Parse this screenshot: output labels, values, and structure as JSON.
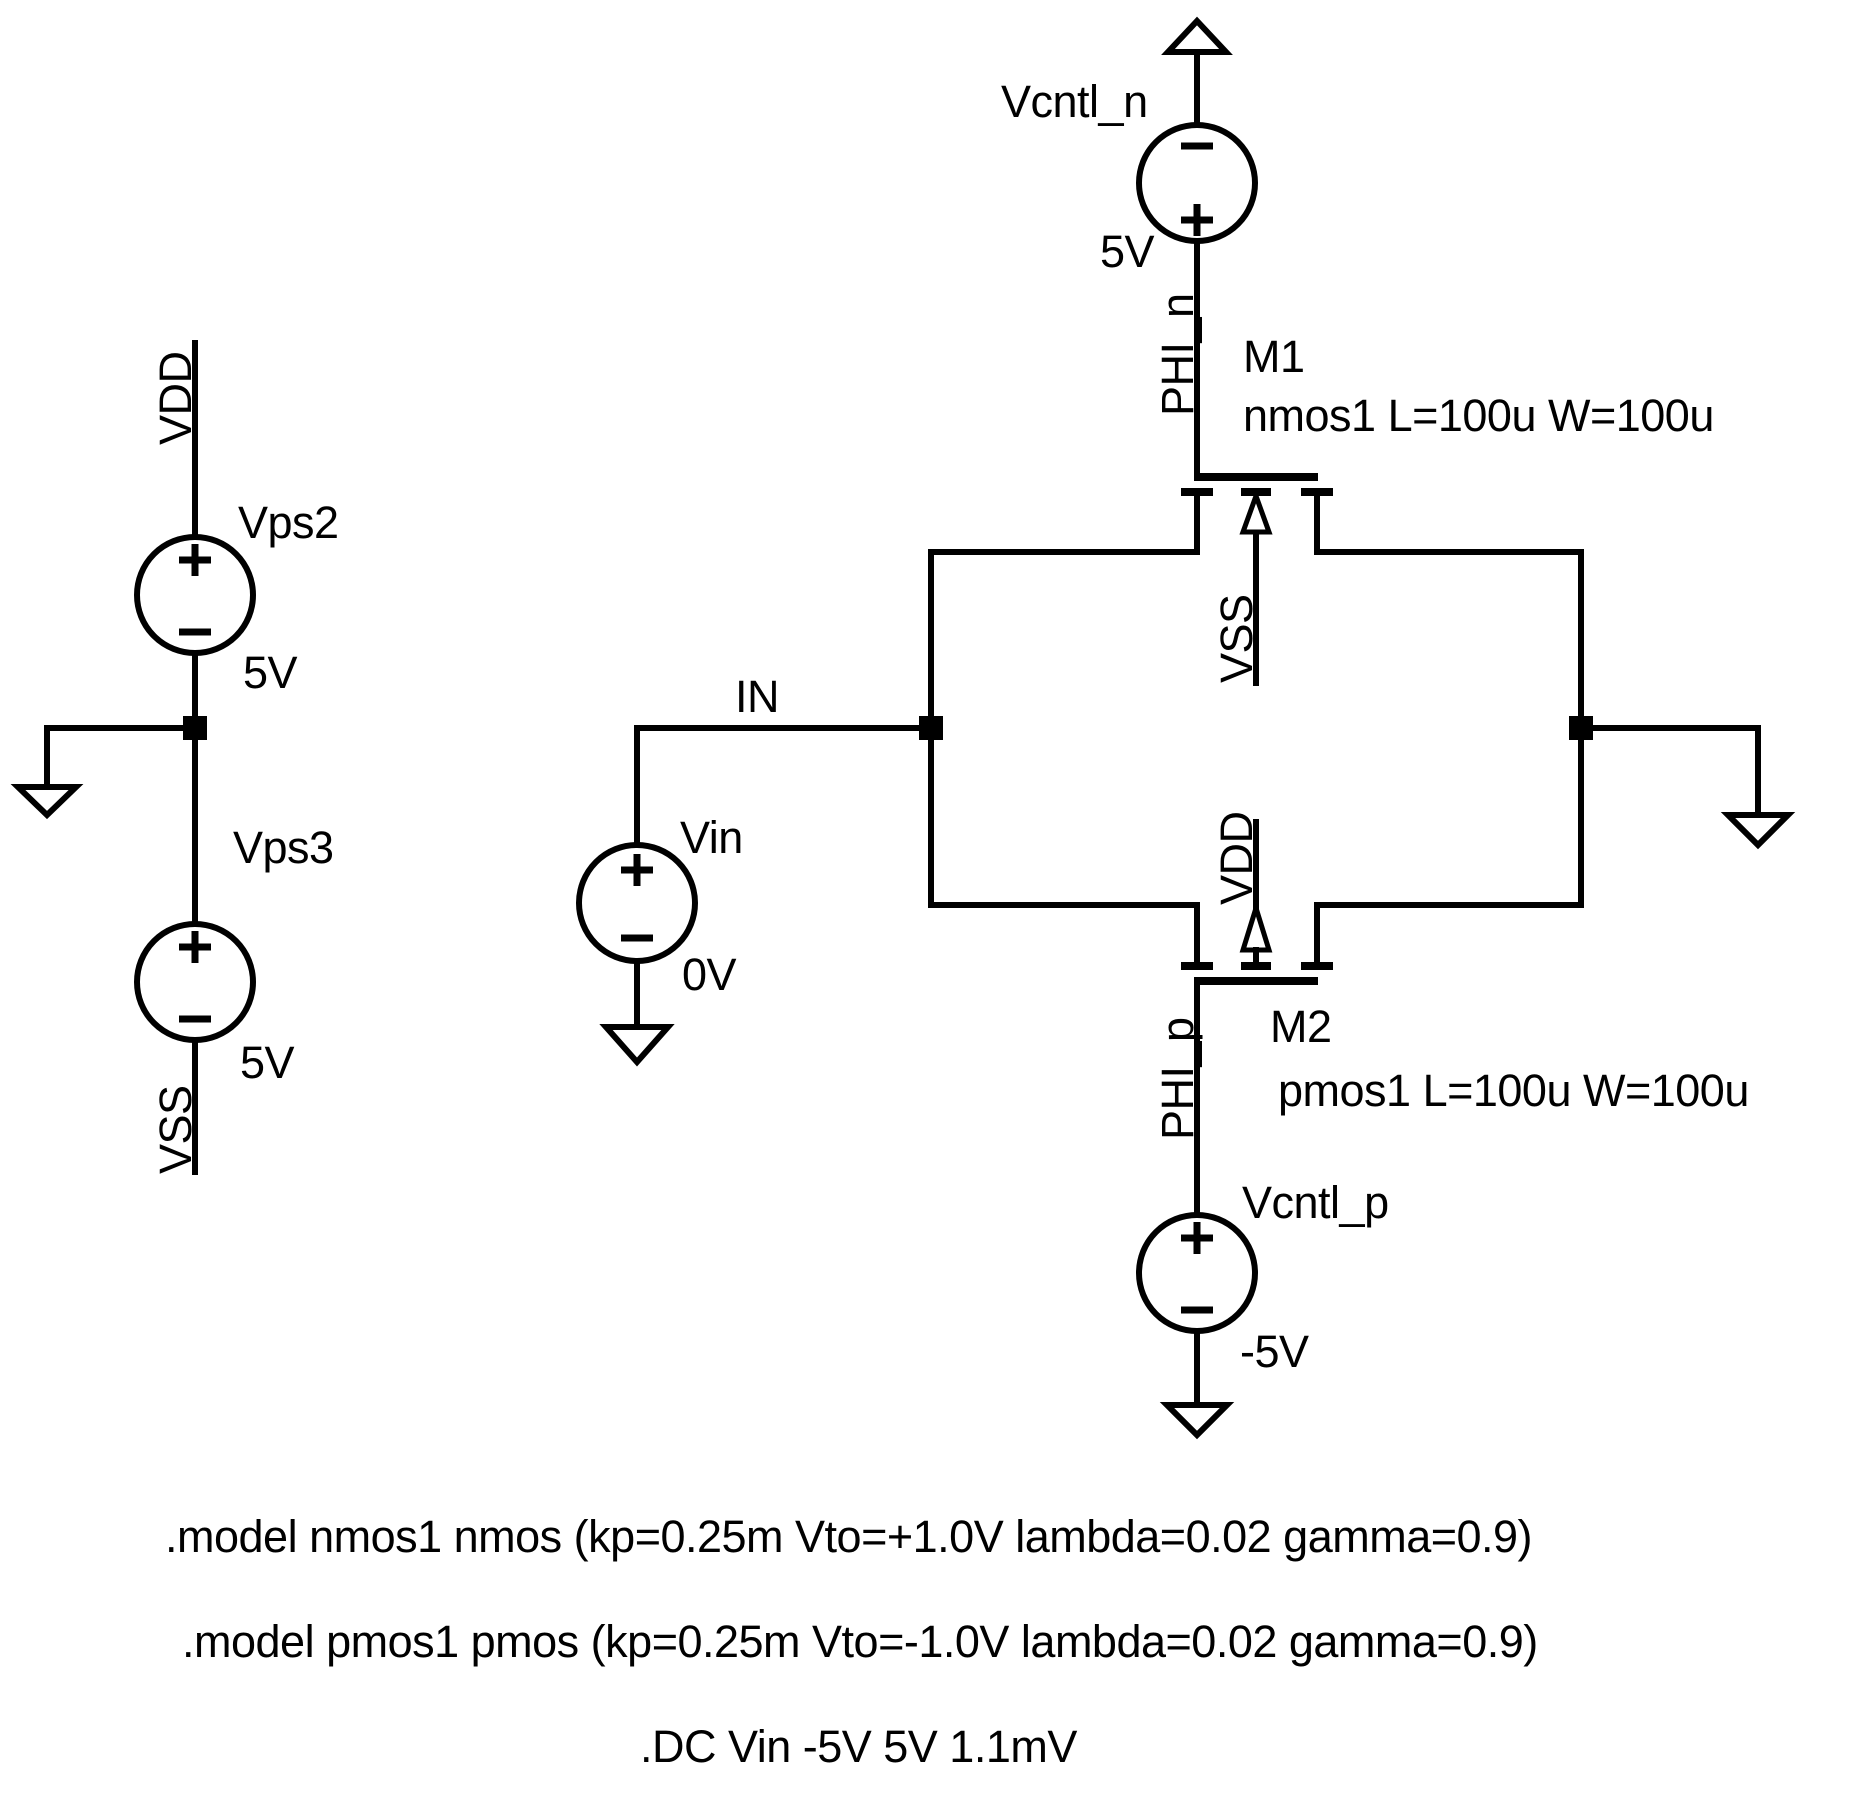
{
  "colors": {
    "stroke": "#000000",
    "background": "#ffffff"
  },
  "supplies": {
    "vdd_rail": "VDD",
    "vps2_name": "Vps2",
    "vps2_value": "5V",
    "vps3_name": "Vps3",
    "vps3_value": "5V",
    "vss_rail": "VSS"
  },
  "input": {
    "net": "IN",
    "vin_name": "Vin",
    "vin_value": "0V"
  },
  "m1": {
    "name": "M1",
    "params": "nmos1 L=100u W=100u",
    "gate_net": "PHI_n",
    "bulk_net": "VSS"
  },
  "m2": {
    "name": "M2",
    "params": "pmos1 L=100u W=100u",
    "gate_net": "PHI_p",
    "bulk_net": "VDD"
  },
  "vcntl_n": {
    "name": "Vcntl_n",
    "value": "5V"
  },
  "vcntl_p": {
    "name": "Vcntl_p",
    "value": "-5V"
  },
  "directives": [
    ".model nmos1 nmos (kp=0.25m Vto=+1.0V lambda=0.02 gamma=0.9)",
    ".model pmos1 pmos (kp=0.25m Vto=-1.0V lambda=0.02 gamma=0.9)",
    ".DC Vin -5V 5V 1.1mV"
  ]
}
